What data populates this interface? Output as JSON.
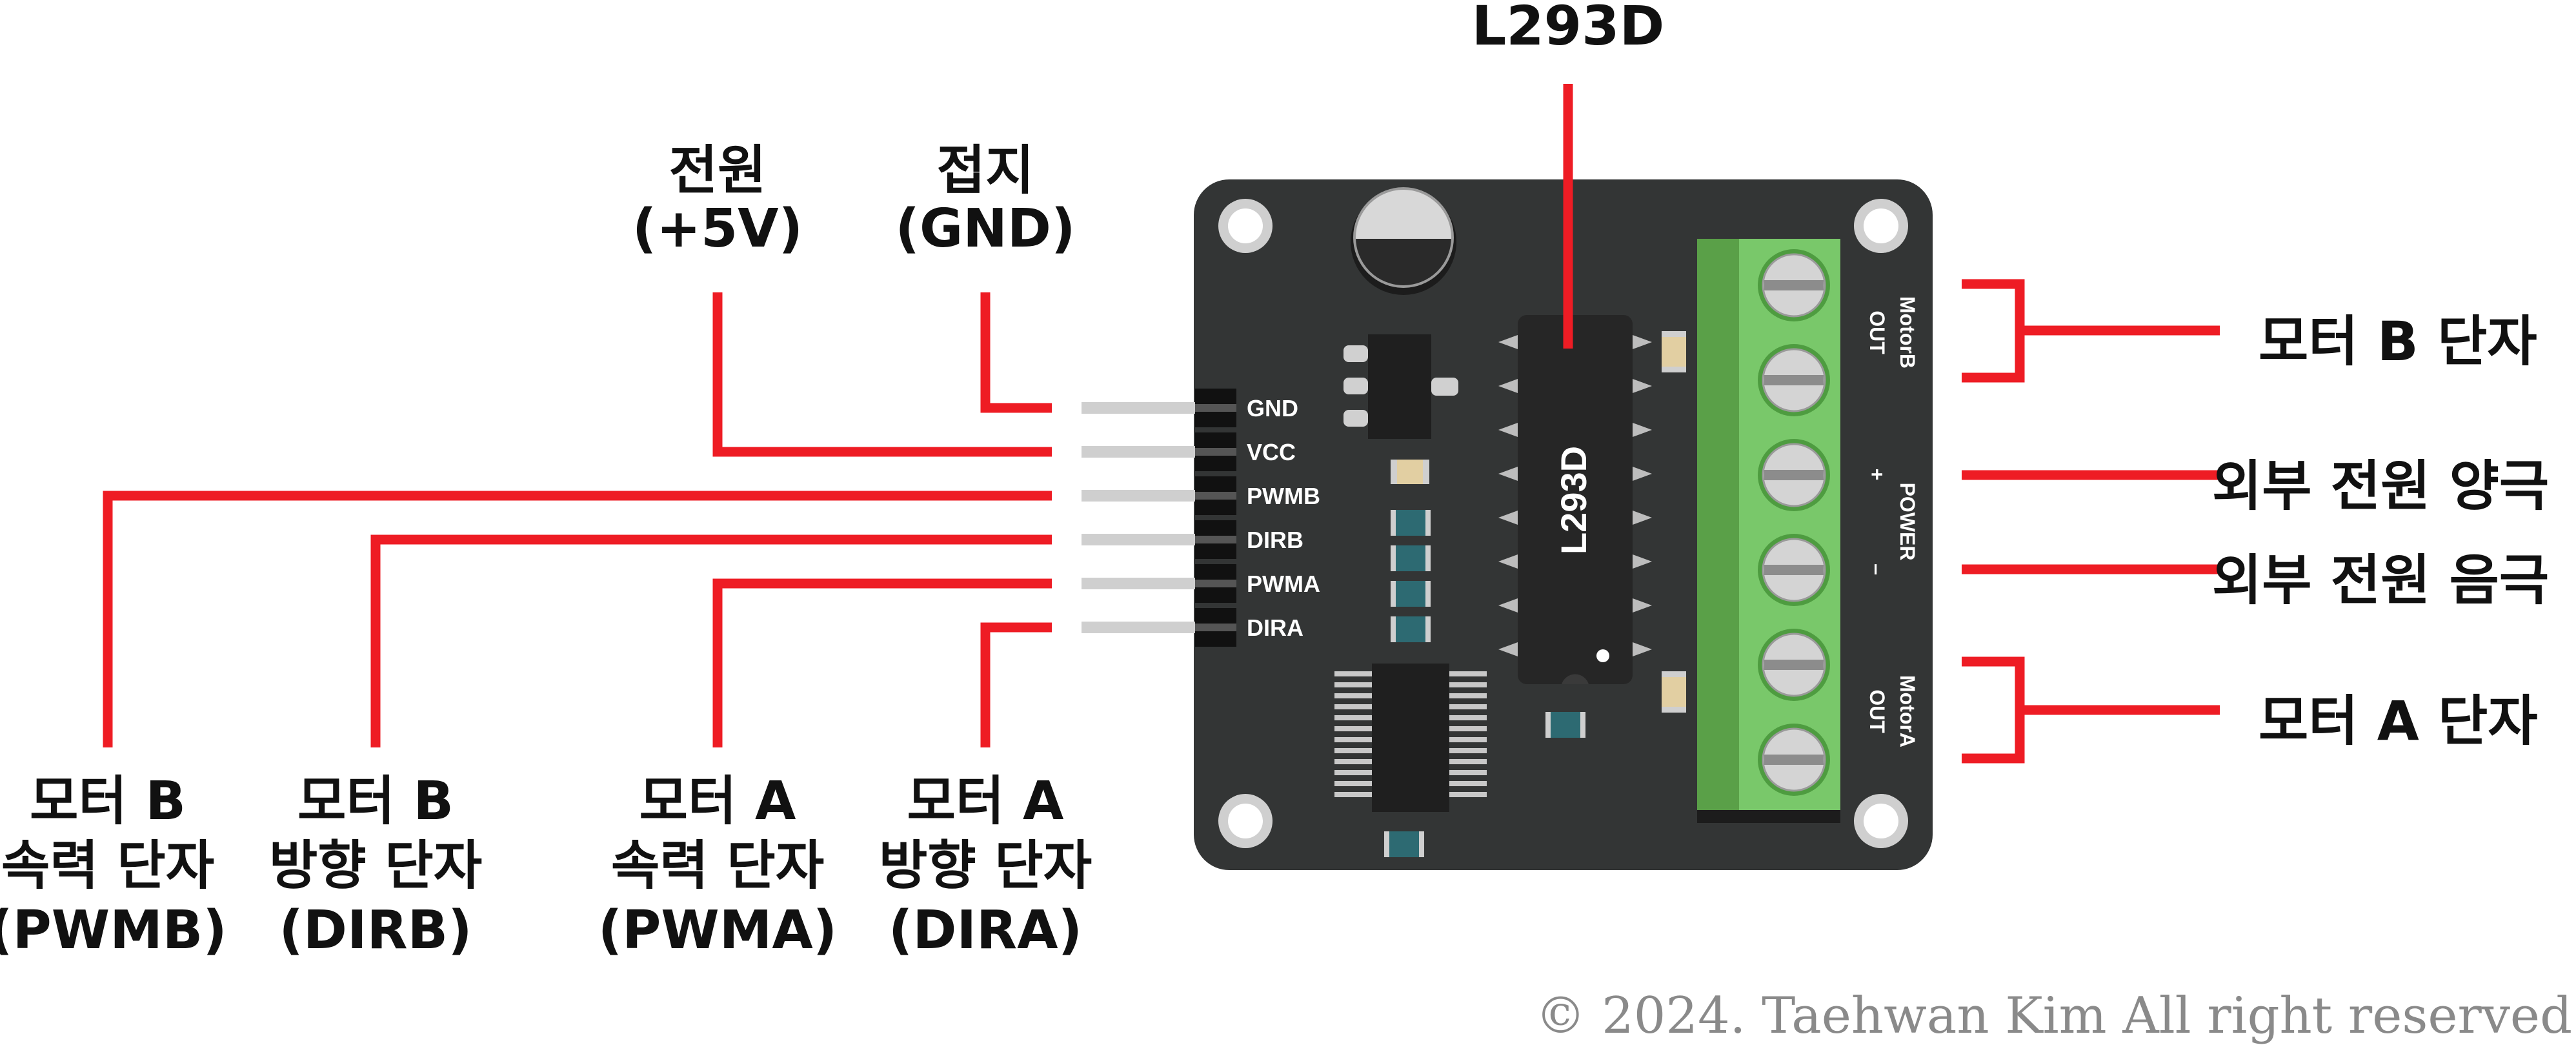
{
  "chip_label": "L293D",
  "ic_marking": "L293D",
  "top_labels": {
    "power": [
      "전원",
      "(+5V)"
    ],
    "ground": [
      "접지",
      "(GND)"
    ]
  },
  "pins": [
    "GND",
    "VCC",
    "PWMB",
    "DIRB",
    "PWMA",
    "DIRA"
  ],
  "terminal_labels": {
    "motor_b": [
      "MotorB",
      "OUT"
    ],
    "power": [
      "POWER",
      "+",
      "–"
    ],
    "motor_a": [
      "MotorA",
      "OUT"
    ]
  },
  "bottom_labels": {
    "pwmb": [
      "모터 B",
      "속력 단자",
      "(PWMB)"
    ],
    "dirb": [
      "모터 B",
      "방향 단자",
      "(DIRB)"
    ],
    "pwma": [
      "모터 A",
      "속력 단자",
      "(PWMA)"
    ],
    "dira": [
      "모터 A",
      "방향 단자",
      "(DIRA)"
    ]
  },
  "right_labels": {
    "motor_b": "모터 B 단자",
    "power_pos": "외부 전원 양극",
    "power_neg": "외부 전원 음극",
    "motor_a": "모터 A 단자"
  },
  "copyright": "© 2024. Taehwan Kim All right reserved",
  "colors": {
    "wire": "#ee1c24",
    "board": "#333535",
    "terminal": "#79c86a",
    "terminal_dark": "#5aa048"
  }
}
